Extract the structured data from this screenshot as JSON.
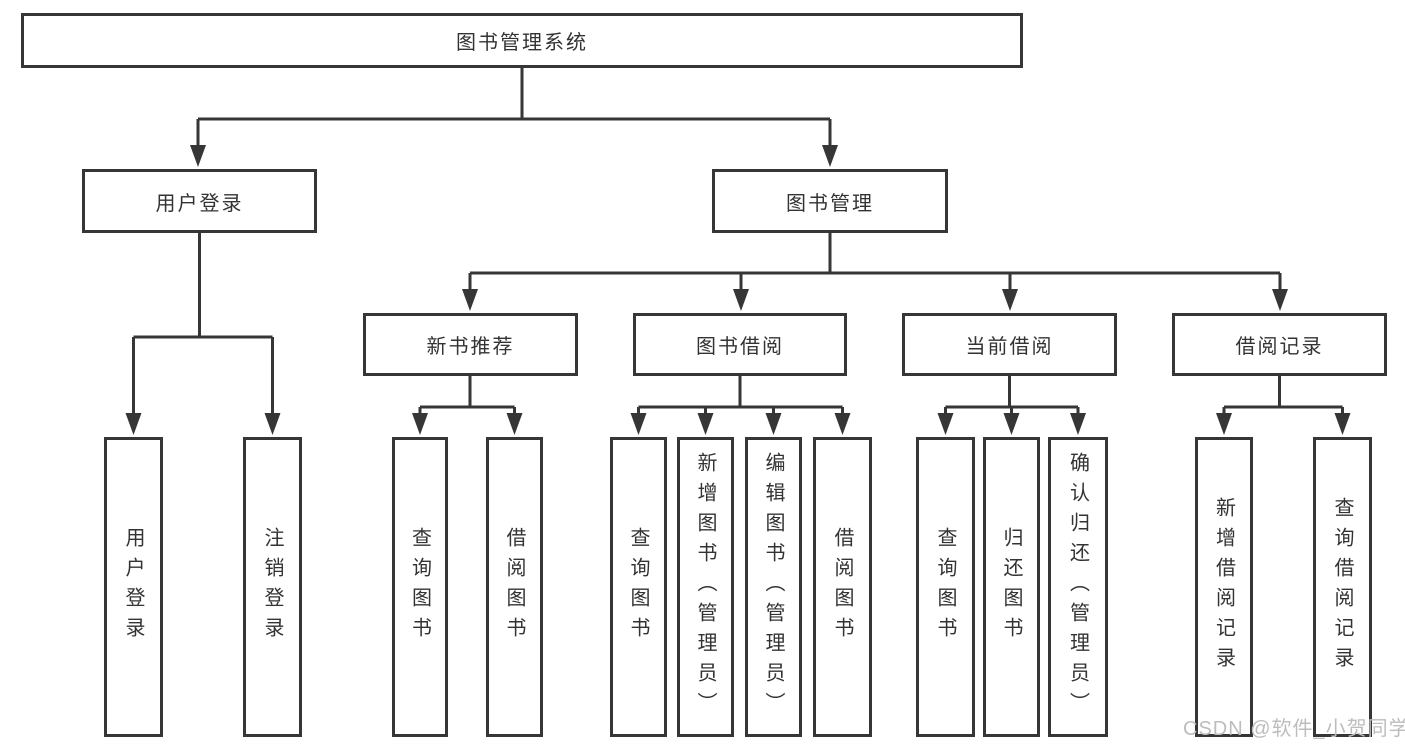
{
  "tree": {
    "label": "图书管理系统",
    "children": [
      {
        "label": "用户登录",
        "children": [
          {
            "label": "用户登录"
          },
          {
            "label": "注销登录"
          }
        ]
      },
      {
        "label": "图书管理",
        "children": [
          {
            "label": "新书推荐",
            "children": [
              {
                "label": "查询图书"
              },
              {
                "label": "借阅图书"
              }
            ]
          },
          {
            "label": "图书借阅",
            "children": [
              {
                "label": "查询图书"
              },
              {
                "label": "新增图书（管理员）"
              },
              {
                "label": "编辑图书（管理员）"
              },
              {
                "label": "借阅图书"
              }
            ]
          },
          {
            "label": "当前借阅",
            "children": [
              {
                "label": "查询图书"
              },
              {
                "label": "归还图书"
              },
              {
                "label": "确认归还（管理员）"
              }
            ]
          },
          {
            "label": "借阅记录",
            "children": [
              {
                "label": "新增借阅记录"
              },
              {
                "label": "查询借阅记录"
              }
            ]
          }
        ]
      }
    ]
  },
  "watermark": {
    "text": "CSDN @软件_小贺同学"
  },
  "colors": {
    "line": "#363636",
    "text": "#333333",
    "box_background": "#ffffff",
    "watermark": "#bdbdbd"
  }
}
